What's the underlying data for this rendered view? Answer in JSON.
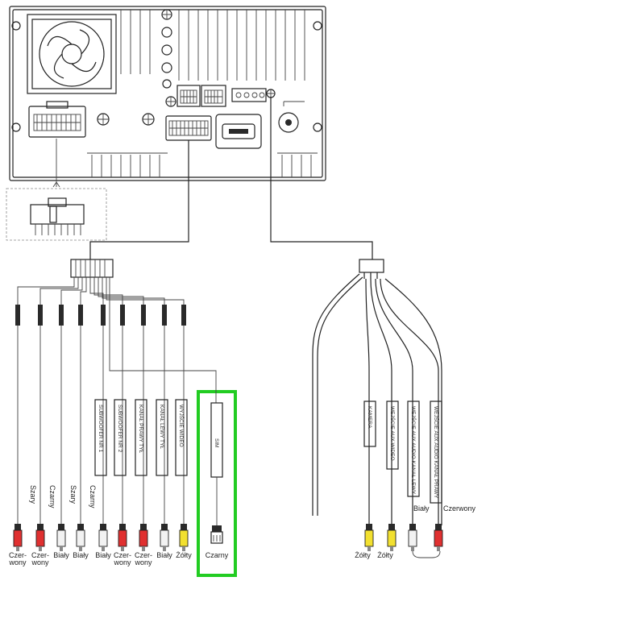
{
  "head_unit": {
    "connectors": [
      "iso-power",
      "multi-pin-a",
      "multi-pin-b",
      "main-harness",
      "hdmi",
      "antenna"
    ]
  },
  "left_harness": {
    "plugs": [
      {
        "bottom": "Czer-",
        "bottom2": "wony",
        "color": "#e03030"
      },
      {
        "bottom": "Czer-",
        "bottom2": "wony",
        "color": "#e03030"
      },
      {
        "bottom": "Biały",
        "bottom2": "",
        "color": "#f2f2f2"
      },
      {
        "bottom": "Biały",
        "bottom2": "",
        "color": "#f2f2f2"
      },
      {
        "bottom": "Biały",
        "bottom2": "",
        "color": "#f2f2f2"
      },
      {
        "bottom": "Czer-",
        "bottom2": "wony",
        "color": "#e03030"
      },
      {
        "bottom": "Czer-",
        "bottom2": "wony",
        "color": "#e03030"
      },
      {
        "bottom": "Biały",
        "bottom2": "",
        "color": "#f2f2f2"
      },
      {
        "bottom": "Żółty",
        "bottom2": "",
        "color": "#f2e030"
      }
    ],
    "wire_side_labels": [
      "Szary",
      "Czarny",
      "Szary",
      "Czarny"
    ],
    "channel_labels": [
      "SUBWOOFER NR 1",
      "SUBWOOFER NR 2",
      "KANAŁ PRAWY TYŁ",
      "KANAŁ LEWY TYŁ",
      "WYJŚCIE WIDEO"
    ],
    "sim": {
      "label": "SIM",
      "bottom": "Czarny"
    }
  },
  "right_harness": {
    "plugs": [
      {
        "bottom": "Żółty",
        "color": "#f2e030"
      },
      {
        "bottom": "Żółty",
        "color": "#f2e030"
      },
      {
        "bottom": "",
        "color": "#f2f2f2"
      },
      {
        "bottom": "",
        "color": "#e03030"
      }
    ],
    "channel_labels": [
      "KAMERA",
      "WEJŚCIE AUX WIDEO",
      "WEJŚCIE AUX AUDIO KANAŁ LEWY",
      "WEJŚCIE AUX AUDIO KANAŁ PRAWY"
    ],
    "side_labels": [
      "Biały",
      "Czerwony"
    ]
  },
  "colors": {
    "highlight": "#22cc22",
    "red_plug": "#e03030",
    "white_plug": "#f2f2f2",
    "yellow_plug": "#f2e030"
  }
}
